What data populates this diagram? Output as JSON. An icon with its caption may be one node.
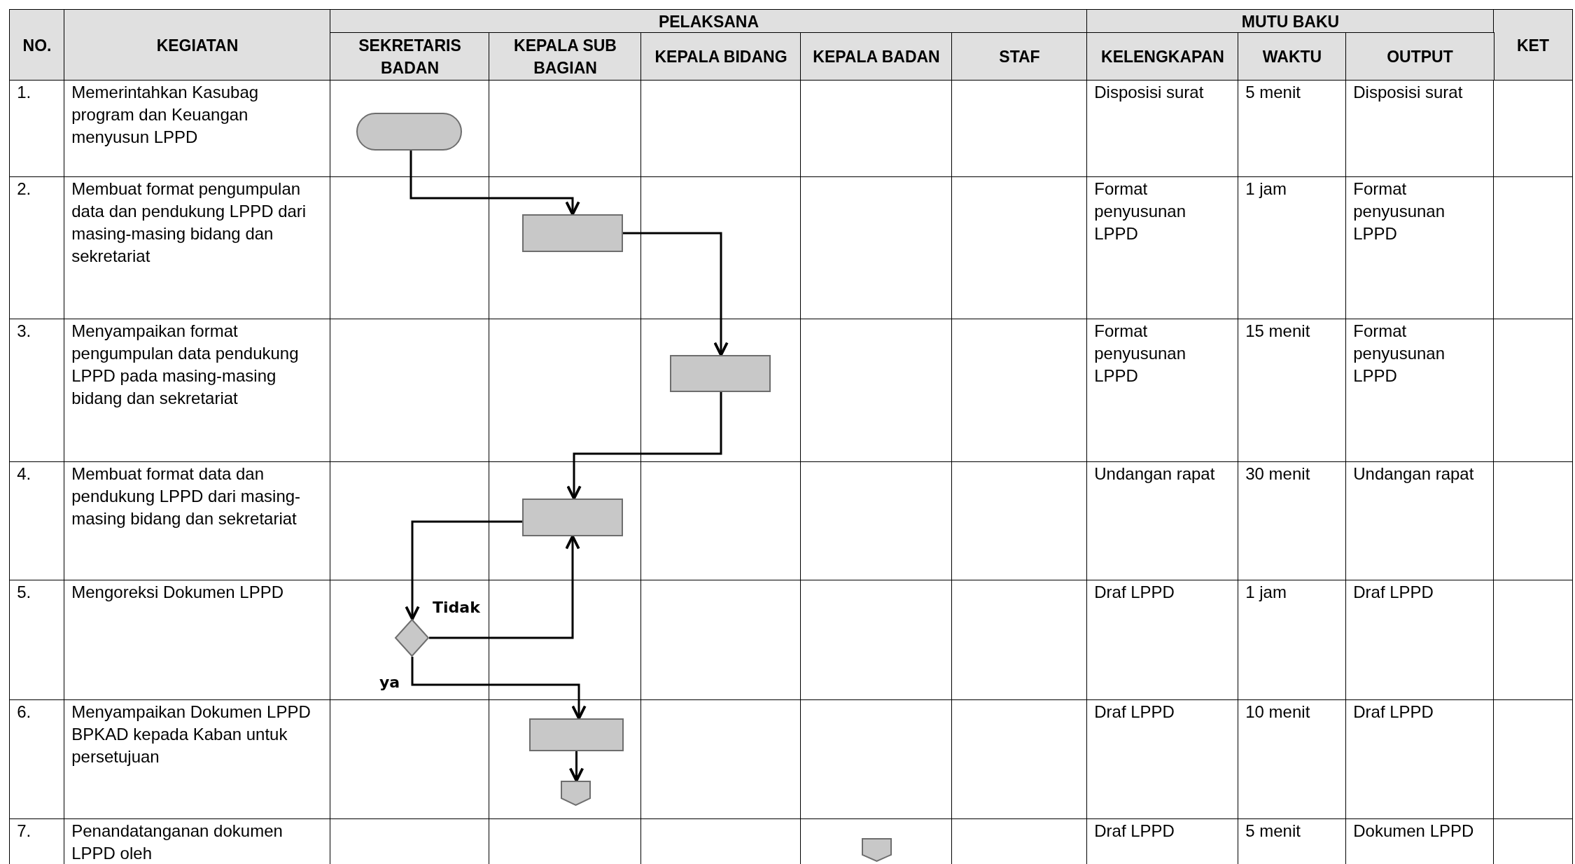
{
  "diagram": {
    "nodes": [
      {
        "text": [],
        "shape": "terminator"
      },
      {
        "text": [],
        "shape": "box"
      },
      {
        "text": [],
        "shape": "box"
      },
      {
        "text": [],
        "shape": "box"
      },
      {
        "text": [],
        "shape": "diamond"
      },
      {
        "text": [],
        "shape": "box"
      },
      {
        "text": [],
        "shape": "pentagon"
      },
      {
        "text": [],
        "shape": "pentagon"
      }
    ],
    "edges": [
      {
        "from": 0,
        "to": 1,
        "arrow": "to"
      },
      {
        "from": 1,
        "to": 2,
        "arrow": "to"
      },
      {
        "from": 2,
        "to": 3,
        "arrow": "to"
      },
      {
        "from": 3,
        "to": 4,
        "arrow": "to"
      },
      {
        "from": 4,
        "to": 3,
        "arrow": "to",
        "label": "Tidak"
      },
      {
        "from": 4,
        "to": 5,
        "arrow": "to",
        "label": "ya"
      },
      {
        "from": 5,
        "to": 6,
        "arrow": "to"
      }
    ],
    "labels": [
      "NO.",
      "KEGIATAN",
      "PELAKSANA",
      "MUTU BAKU",
      "KET",
      "SEKRETARIS BADAN",
      "KEPALA SUB BAGIAN",
      "KEPALA BIDANG",
      "KEPALA BADAN",
      "STAF",
      "KELENGKAPAN",
      "WAKTU",
      "OUTPUT",
      "1.",
      "Memerintahkan Kasubag program dan Keuangan menyusun LPPD",
      "Disposisi surat",
      "5 menit",
      "Disposisi surat",
      "2.",
      "Membuat format pengumpulan data dan pendukung LPPD dari masing-masing bidang dan sekretariat",
      "Format penyusunan LPPD",
      "1 jam",
      "Format penyusunan LPPD",
      "3.",
      "Menyampaikan format pengumpulan data pendukung LPPD pada masing-masing bidang dan sekretariat",
      "Format penyusunan LPPD",
      "15 menit",
      "Format penyusunan LPPD",
      "4.",
      "Membuat format data dan pendukung LPPD dari masing-masing bidang dan sekretariat",
      "Undangan rapat",
      "30 menit",
      "Undangan rapat",
      "5.",
      "Mengoreksi Dokumen LPPD",
      "Draf LPPD",
      "1 jam",
      "Draf LPPD",
      "6.",
      "Menyampaikan Dokumen LPPD BPKAD kepada Kaban untuk persetujuan",
      "Draf LPPD",
      "10 menit",
      "Draf LPPD",
      "7.",
      "Penandatanganan dokumen LPPD oleh",
      "Draf LPPD",
      "5 menit",
      "Dokumen LPPD"
    ]
  }
}
